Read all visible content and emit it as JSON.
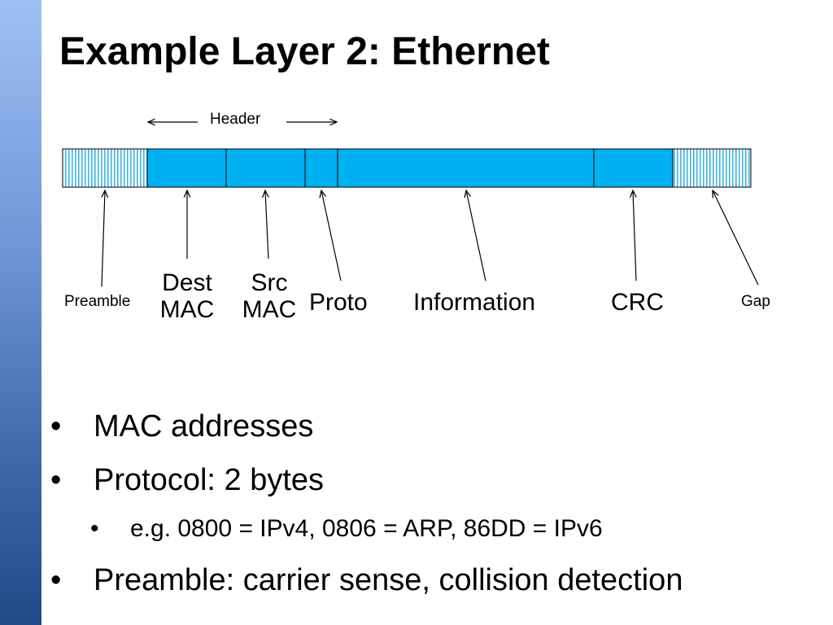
{
  "slide": {
    "title": "Example Layer 2: Ethernet"
  },
  "diagram": {
    "header_label": "Header",
    "field_labels": {
      "preamble": "Preamble",
      "dest_mac_line1": "Dest",
      "dest_mac_line2": "MAC",
      "src_mac_line1": "Src",
      "src_mac_line2": "MAC",
      "proto": "Proto",
      "information": "Information",
      "crc": "CRC",
      "gap": "Gap"
    },
    "colors": {
      "field_fill": "#00b0f0",
      "hatch_fill": "#b8e8fa",
      "outline": "#000000",
      "sidebar_top": "#9fc0f6",
      "sidebar_bottom": "#1f4a87"
    }
  },
  "bullets": [
    {
      "level": 1,
      "marker": "•",
      "text": "MAC addresses"
    },
    {
      "level": 1,
      "marker": "•",
      "text": "Protocol: 2 bytes"
    },
    {
      "level": 2,
      "marker": "•",
      "text": "e.g. 0800 = IPv4, 0806 = ARP, 86DD = IPv6"
    },
    {
      "level": 1,
      "marker": "•",
      "text": "Preamble: carrier sense, collision detection"
    }
  ]
}
